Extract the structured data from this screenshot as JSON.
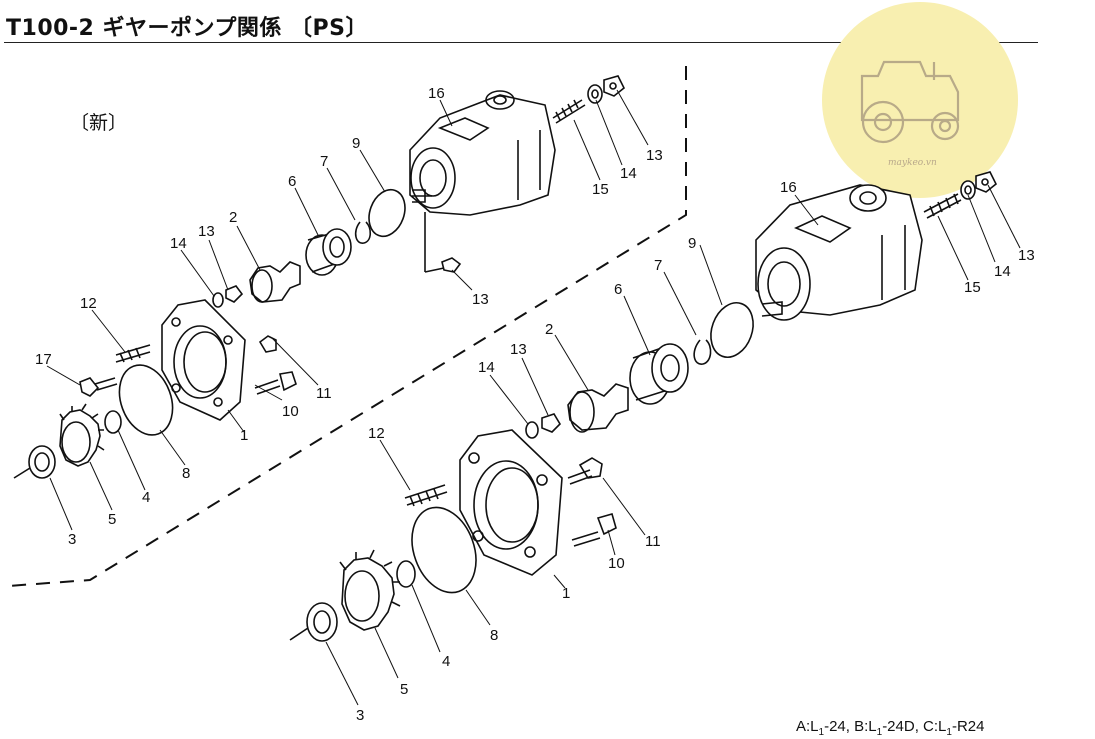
{
  "header": {
    "title": "T100-2 ギヤーポンプ関係 〔PS〕"
  },
  "variant_label": "〔新〕",
  "footnote": {
    "a_label": "A:L",
    "a_sub": "1",
    "a_rest": "-24,",
    "b_label": "B:L",
    "b_sub": "1",
    "b_rest": "-24D,",
    "c_label": "C:L",
    "c_sub": "1",
    "c_rest": "-R24"
  },
  "watermark": {
    "text": "maykeo.vn",
    "color": "#f6eca8",
    "icon": "tractor-icon"
  },
  "callouts_new": [
    "16",
    "9",
    "7",
    "6",
    "2",
    "13",
    "14",
    "12",
    "17",
    "10",
    "11",
    "1",
    "8",
    "4",
    "5",
    "3",
    "15",
    "14",
    "13",
    "13"
  ],
  "callouts_old": [
    "16",
    "15",
    "14",
    "13",
    "9",
    "7",
    "6",
    "2",
    "13",
    "14",
    "12",
    "11",
    "10",
    "1",
    "8",
    "4",
    "5",
    "3"
  ]
}
